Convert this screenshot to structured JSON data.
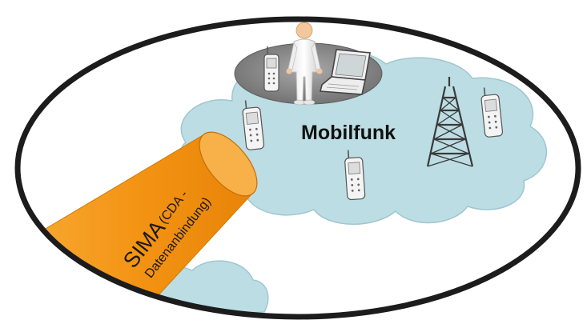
{
  "diagram": {
    "network_label": "Mobilfunk",
    "pipe": {
      "title": "SIMA",
      "sub_line_1": "(CDA -",
      "sub_line_2": "Datenanbindung)"
    }
  },
  "colors": {
    "cloud_fill": "#bcdde3",
    "cloud_stroke": "#9fc7cf",
    "pipe_fill": "#f59a1b",
    "ellipse_border": "#1c1c1c",
    "platform_fill": "#8e8e8e"
  },
  "icons": {
    "person": "person-icon",
    "phone": "mobile-phone-icon",
    "laptop": "laptop-icon",
    "tower": "radio-tower-icon"
  }
}
